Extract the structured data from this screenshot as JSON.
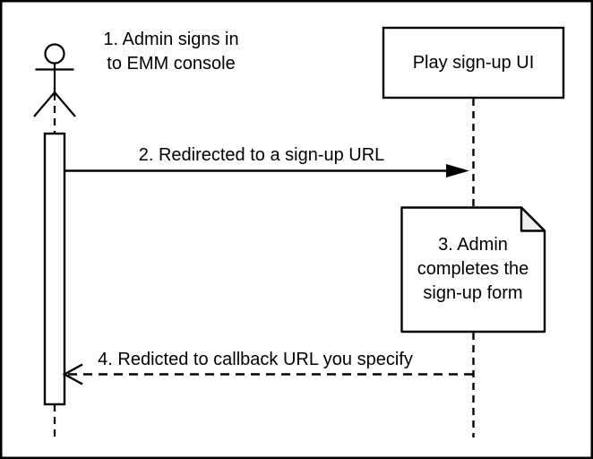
{
  "colors": {
    "stroke": "#000000",
    "background": "#ffffff",
    "note_fill": "#ffffff",
    "note_fold_fill": "#f0f0f0"
  },
  "actor": {
    "annotation": "1. Admin signs in\nto EMM console"
  },
  "participant": {
    "label": "Play sign-up UI"
  },
  "messages": {
    "msg2": {
      "label": "2. Redirected to a sign-up URL",
      "line_style": "solid",
      "arrowhead": "filled",
      "direction": "left-to-right"
    },
    "msg4": {
      "label": "4. Redicted to callback URL you specify",
      "line_style": "dashed",
      "arrowhead": "open",
      "direction": "right-to-left"
    }
  },
  "note": {
    "label": "3. Admin\ncompletes the\nsign-up form"
  }
}
